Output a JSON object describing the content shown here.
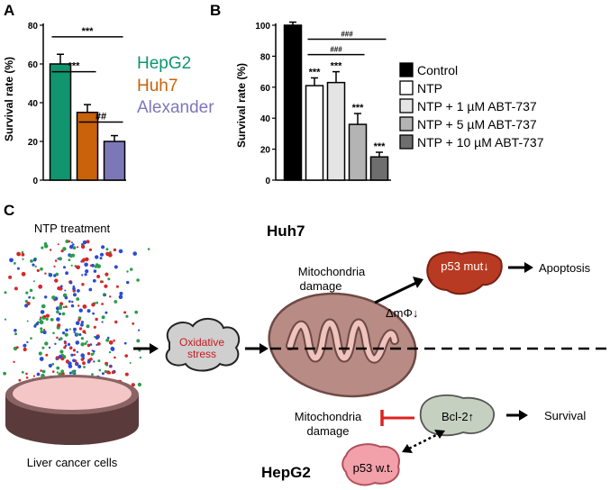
{
  "panel_labels": {
    "a": "A",
    "b": "B",
    "c": "C"
  },
  "colors": {
    "hepg2": "#10956e",
    "huh7": "#c9620a",
    "alexander": "#7c78b8",
    "control": "#000000",
    "ntp": "#ffffff",
    "abt1": "#e4e4e4",
    "abt5": "#b4b4b4",
    "abt10": "#6e6e6e",
    "oxidative_text": "#c8191e",
    "inhibit": "#e02020"
  },
  "chart_data": [
    {
      "id": "A",
      "type": "bar",
      "ylabel": "Survival rate (%)",
      "ylim": [
        0,
        80
      ],
      "yticks": [
        0,
        20,
        40,
        60,
        80
      ],
      "categories": [
        "HepG2",
        "Huh7",
        "Alexander"
      ],
      "values": [
        60,
        35,
        20
      ],
      "errors": [
        5,
        4,
        3
      ],
      "colors": [
        "#10956e",
        "#c9620a",
        "#7c78b8"
      ],
      "legend": [
        "HepG2",
        "Huh7",
        "Alexander"
      ],
      "brackets": [
        {
          "from": 0,
          "to": 2,
          "label": "***",
          "y": 74
        },
        {
          "from": 0,
          "to": 1,
          "label": "***",
          "y": 56
        },
        {
          "from": 1,
          "to": 2,
          "label": "##",
          "y": 30
        }
      ]
    },
    {
      "id": "B",
      "type": "bar",
      "ylabel": "Survival rate (%)",
      "ylim": [
        0,
        100
      ],
      "yticks": [
        0,
        20,
        40,
        60,
        80,
        100
      ],
      "categories": [
        "Control",
        "NTP",
        "NTP + 1 µM ABT-737",
        "NTP + 5 µM ABT-737",
        "NTP + 10 µM ABT-737"
      ],
      "values": [
        100,
        61,
        63,
        36,
        15
      ],
      "errors": [
        2,
        5,
        7,
        7,
        3
      ],
      "colors": [
        "#000000",
        "#ffffff",
        "#e4e4e4",
        "#b4b4b4",
        "#6e6e6e"
      ],
      "bar_labels": [
        "",
        "***",
        "***",
        "***",
        "***"
      ],
      "legend": [
        "Control",
        "NTP",
        "NTP + 1 µM ABT-737",
        "NTP + 5 µM ABT-737",
        "NTP + 10 µM ABT-737"
      ],
      "brackets": [
        {
          "from": 1,
          "to": 4,
          "label": "###",
          "y": 91
        },
        {
          "from": 1,
          "to": 3,
          "label": "###",
          "y": 81
        }
      ]
    }
  ],
  "diagram": {
    "ntp_treatment": "NTP treatment",
    "liver_cells": "Liver cancer cells",
    "oxidative": "Oxidative stress",
    "oxidative_l1": "Oxidative",
    "oxidative_l2": "stress",
    "huh7": "Huh7",
    "hepg2": "HepG2",
    "mito_damage_top_l1": "Mitochondria",
    "mito_damage_top_l2": "damage",
    "mito_damage_bot_l1": "Mitochondria",
    "mito_damage_bot_l2": "damage",
    "delta_m": "ΔmΦ↓",
    "p53_mut": "p53 mut↓",
    "apoptosis": "Apoptosis",
    "bcl2": "Bcl-2↑",
    "survival": "Survival",
    "p53_wt": "p53 w.t."
  }
}
